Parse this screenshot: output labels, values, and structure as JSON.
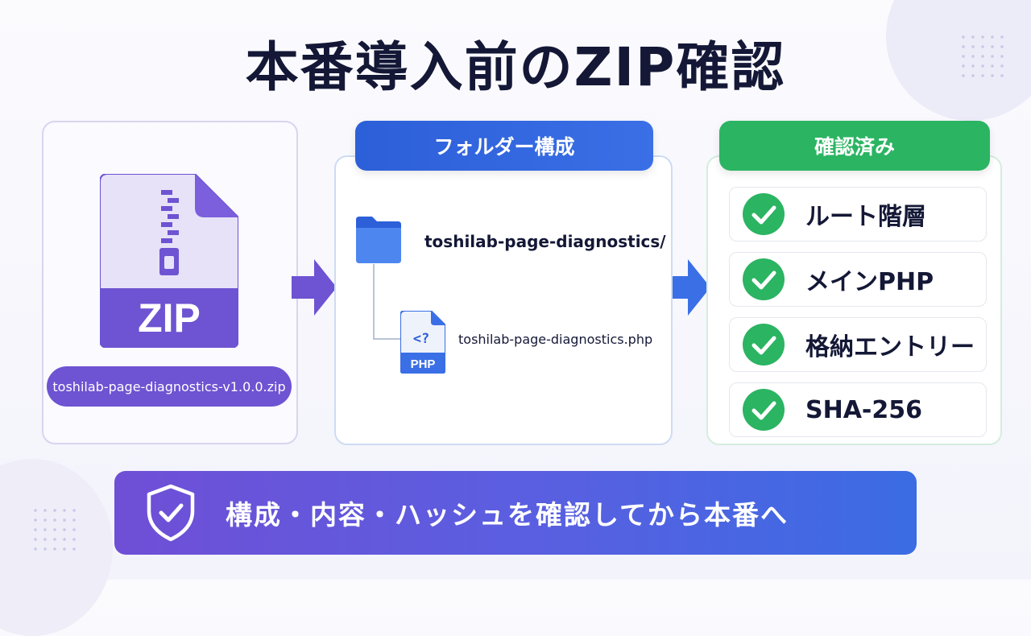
{
  "title": "本番導入前のZIP確認",
  "zip": {
    "icon_label": "ZIP",
    "filename": "toshilab-page-diagnostics-v1.0.0.zip"
  },
  "folder_section": {
    "header": "フォルダー構成",
    "folder_name": "toshilab-page-diagnostics/",
    "php_file_name": "toshilab-page-diagnostics.php",
    "php_badge": "PHP",
    "php_glyph": "<?"
  },
  "check_section": {
    "header": "確認済み",
    "items": [
      {
        "label": "ルート階層"
      },
      {
        "label": "メインPHP"
      },
      {
        "label": "格納エントリー"
      },
      {
        "label": "SHA-256"
      }
    ]
  },
  "banner": {
    "text": "構成・内容・ハッシュを確認してから本番へ"
  },
  "colors": {
    "purple": "#6e53d2",
    "blue": "#3a6fe6",
    "green": "#2bb462",
    "title": "#141836"
  },
  "icons": [
    "zip-file-icon",
    "folder-icon",
    "php-file-icon",
    "check-circle-icon",
    "shield-check-icon",
    "arrow-right-icon"
  ]
}
